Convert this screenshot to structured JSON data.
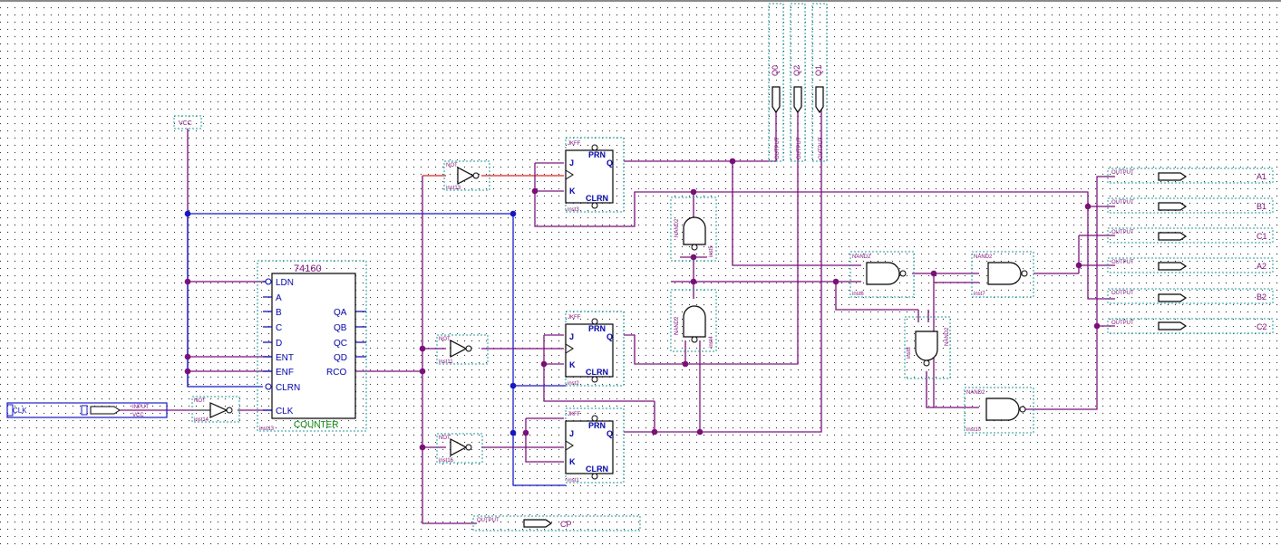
{
  "labels": {
    "vcc": "VCC",
    "counter_type": "74160",
    "counter_kind": "COUNTER",
    "counter_inst": "inst13",
    "counter_pins_left": [
      "LDN",
      "A",
      "B",
      "C",
      "D",
      "ENT",
      "ENF",
      "CLRN",
      "CLK"
    ],
    "counter_pins_right": [
      "QA",
      "QB",
      "QC",
      "QD",
      "RCO"
    ],
    "input_kind": "INPUT",
    "input_vcc": "VCC",
    "input_name": "CLK",
    "not_kind": "NOT",
    "not_insts": [
      "inst13",
      "inst11",
      "inst16",
      "inst14"
    ],
    "jkff_kind": "JKFF",
    "jkff_pins": {
      "prn": "PRN",
      "clrn": "CLRN",
      "j": "J",
      "k": "K",
      "q": "Q"
    },
    "jkff_insts": [
      "inst3",
      "inst2",
      "inst1"
    ],
    "nand_kind": "NAND2",
    "nand_insts": [
      "inst5",
      "inst4",
      "inst6",
      "inst7",
      "inst8",
      "inst10"
    ],
    "output_kind": "OUTPUT",
    "top_outputs": [
      "Q0",
      "Q2",
      "Q1"
    ],
    "right_outputs": [
      "A1",
      "B1",
      "C1",
      "A2",
      "B2",
      "C2"
    ],
    "cp_output": "CP"
  },
  "colors": {
    "wire": "#7a0f7a",
    "bus_wire": "#1616c8",
    "active_wire": "#dd2222",
    "instance_border": "#1c9a9a",
    "grid_dot": "#1a1a1a"
  }
}
